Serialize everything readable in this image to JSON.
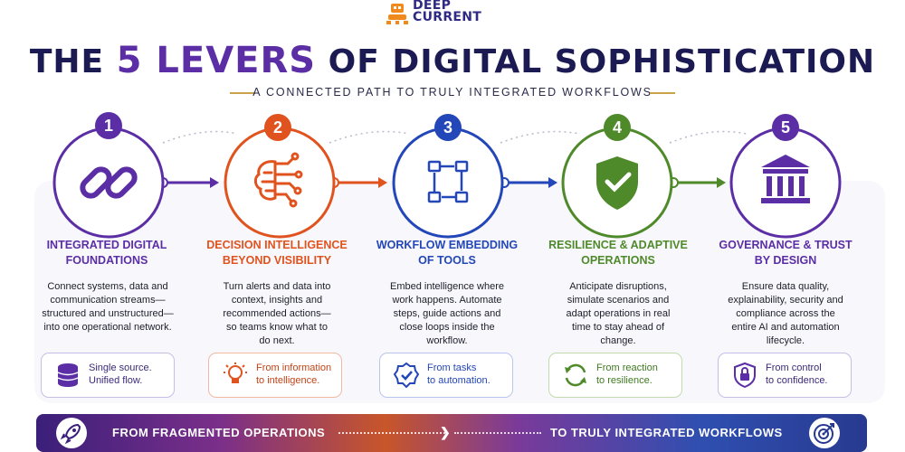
{
  "logo": {
    "line1": "DEEP",
    "line2": "CURRENT"
  },
  "title": {
    "pre": "THE ",
    "accent": "5 LEVERS",
    "post": " OF DIGITAL SOPHISTICATION"
  },
  "subtitle": "A CONNECTED PATH TO TRULY INTEGRATED WORKFLOWS",
  "colors": {
    "c1": "#5b2ea6",
    "c2": "#e0531f",
    "c3": "#2346b8",
    "c4": "#4f8a2a",
    "c5": "#5b2ea6",
    "title": "#1c1a52"
  },
  "levers": [
    {
      "num": "1",
      "icon": "chain-link-icon",
      "head1": "INTEGRATED DIGITAL",
      "head2": "FOUNDATIONS",
      "desc": [
        "Connect systems, data and",
        "communication streams—",
        "structured and unstructured—",
        "into one operational network."
      ],
      "card_icon": "database-icon",
      "card1": "Single source.",
      "card2": "Unified flow."
    },
    {
      "num": "2",
      "icon": "brain-circuit-icon",
      "head1": "DECISION INTELLIGENCE",
      "head2": "BEYOND VISIBILITY",
      "desc": [
        "Turn alerts and data into",
        "context, insights and",
        "recommended actions—",
        "so teams know what to",
        "do next."
      ],
      "card_icon": "lightbulb-icon",
      "card1": "From information",
      "card2": "to intelligence."
    },
    {
      "num": "3",
      "icon": "workflow-loop-icon",
      "head1": "WORKFLOW EMBEDDING",
      "head2": "OF TOOLS",
      "desc": [
        "Embed intelligence where",
        "work happens. Automate",
        "steps, guide actions and",
        "close loops inside the",
        "workflow."
      ],
      "card_icon": "badge-check-icon",
      "card1": "From tasks",
      "card2": "to automation."
    },
    {
      "num": "4",
      "icon": "shield-check-icon",
      "head1": "RESILIENCE & ADAPTIVE",
      "head2": "OPERATIONS",
      "desc": [
        "Anticipate disruptions,",
        "simulate scenarios and",
        "adapt operations in real",
        "time to stay ahead of",
        "change."
      ],
      "card_icon": "refresh-icon",
      "card1": "From reaction",
      "card2": "to resilience."
    },
    {
      "num": "5",
      "icon": "institution-icon",
      "head1": "GOVERNANCE & TRUST",
      "head2": "BY DESIGN",
      "desc": [
        "Ensure data quality,",
        "explainability, security and",
        "compliance across the",
        "entire AI and automation",
        "lifecycle."
      ],
      "card_icon": "lock-shield-icon",
      "card1": "From control",
      "card2": "to confidence."
    }
  ],
  "banner": {
    "left": "FROM FRAGMENTED OPERATIONS",
    "right": "TO TRULY INTEGRATED WORKFLOWS",
    "left_icon": "rocket-icon",
    "right_icon": "target-icon"
  }
}
